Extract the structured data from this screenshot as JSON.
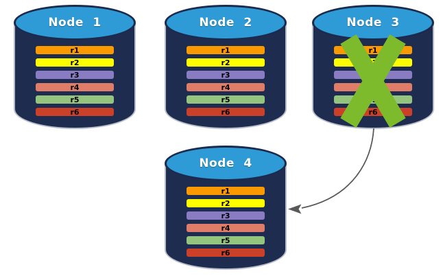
{
  "colors": {
    "cylinder_body": "#1E2C50",
    "cylinder_top": "#2F9BD6",
    "failure_x": "#7DBB2C",
    "arrow": "#595959"
  },
  "nodes": [
    {
      "id": "node-1",
      "label": "Node 1",
      "status": "healthy",
      "rows": [
        {
          "label": "r1",
          "color": "#FB9900"
        },
        {
          "label": "r2",
          "color": "#FFFF00"
        },
        {
          "label": "r3",
          "color": "#8A7CC2"
        },
        {
          "label": "r4",
          "color": "#E07D68"
        },
        {
          "label": "r5",
          "color": "#94C47E"
        },
        {
          "label": "r6",
          "color": "#CB4028"
        }
      ]
    },
    {
      "id": "node-2",
      "label": "Node 2",
      "status": "healthy",
      "rows": [
        {
          "label": "r1",
          "color": "#FB9900"
        },
        {
          "label": "r2",
          "color": "#FFFF00"
        },
        {
          "label": "r3",
          "color": "#8A7CC2"
        },
        {
          "label": "r4",
          "color": "#E07D68"
        },
        {
          "label": "r5",
          "color": "#94C47E"
        },
        {
          "label": "r6",
          "color": "#CB4028"
        }
      ]
    },
    {
      "id": "node-3",
      "label": "Node 3",
      "status": "failed",
      "rows": [
        {
          "label": "r1",
          "color": "#FB9900"
        },
        {
          "label": "r2",
          "color": "#FFFF00"
        },
        {
          "label": "r3",
          "color": "#8A7CC2"
        },
        {
          "label": "r4",
          "color": "#E07D68"
        },
        {
          "label": "r5",
          "color": "#94C47E"
        },
        {
          "label": "r6",
          "color": "#CB4028"
        }
      ]
    },
    {
      "id": "node-4",
      "label": "Node 4",
      "status": "healthy",
      "rows": [
        {
          "label": "r1",
          "color": "#FB9900"
        },
        {
          "label": "r2",
          "color": "#FFFF00"
        },
        {
          "label": "r3",
          "color": "#8A7CC2"
        },
        {
          "label": "r4",
          "color": "#E07D68"
        },
        {
          "label": "r5",
          "color": "#94C47E"
        },
        {
          "label": "r6",
          "color": "#CB4028"
        }
      ]
    }
  ],
  "failure": {
    "node": "Node 3",
    "x_color": "#7DBB2C"
  },
  "arrow": {
    "from": "Node 3",
    "to": "Node 4",
    "color": "#595959"
  }
}
